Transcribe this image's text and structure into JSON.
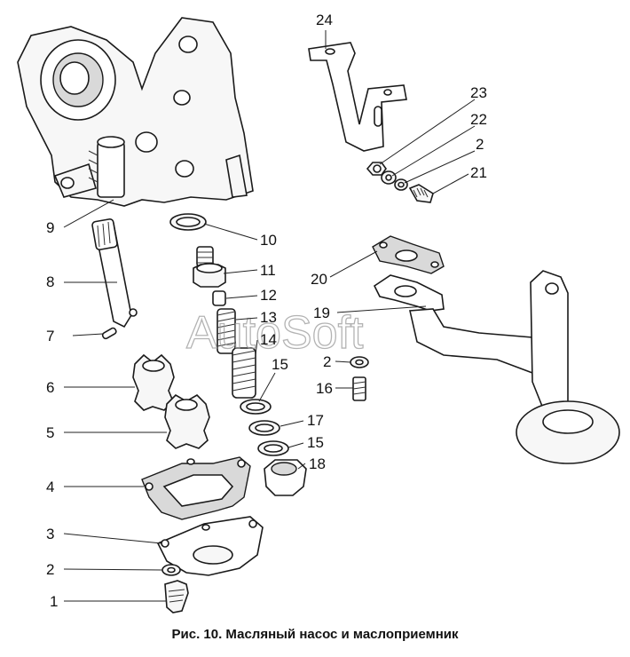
{
  "caption": "Рис. 10. Масляный насос и маслоприемник",
  "watermark": "AutoSoft",
  "labels": {
    "p24": "24",
    "p23": "23",
    "p22": "22",
    "p2a": "2",
    "p21": "21",
    "p9": "9",
    "p10": "10",
    "p11": "11",
    "p12": "12",
    "p13": "13",
    "p14": "14",
    "p15a": "15",
    "p8": "8",
    "p20": "20",
    "p19": "19",
    "p7": "7",
    "p2b": "2",
    "p16": "16",
    "p6": "6",
    "p17": "17",
    "p15b": "15",
    "p5": "5",
    "p18": "18",
    "p4": "4",
    "p3": "3",
    "p2c": "2",
    "p1": "1"
  },
  "colors": {
    "ink": "#111111",
    "watermark": "#9a9a9a"
  }
}
